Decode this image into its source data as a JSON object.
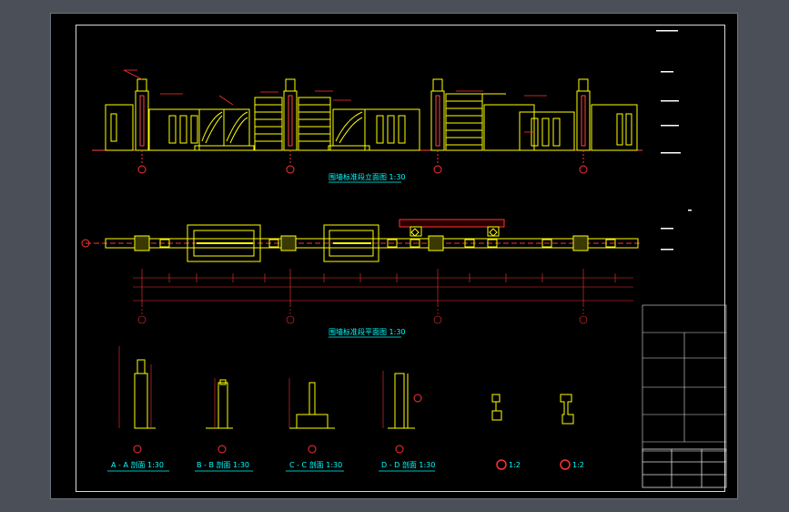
{
  "titles": {
    "elevation": "围墙标准段立面图 1:30",
    "plan": "围墙标准段平面图 1:30"
  },
  "sections": [
    {
      "label": "A - A 剖面 1:30"
    },
    {
      "label": "B - B 剖面 1:30"
    },
    {
      "label": "C - C 剖面 1:30"
    },
    {
      "label": "D - D 剖面 1:30"
    }
  ],
  "details": [
    {
      "label": "1:2"
    },
    {
      "label": "1:2"
    }
  ],
  "colors": {
    "background": "#000000",
    "wall": "#ffff00",
    "dimension": "#ff2a2a",
    "frame": "#e0e0e0",
    "accent": "#00ffff"
  }
}
